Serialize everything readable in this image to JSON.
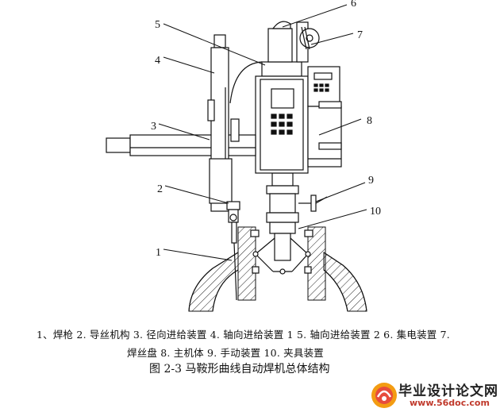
{
  "labels": {
    "n1": "1",
    "n2": "2",
    "n3": "3",
    "n4": "4",
    "n5": "5",
    "n6": "6",
    "n7": "7",
    "n8": "8",
    "n9": "9",
    "n10": "10"
  },
  "legend": {
    "line1": "1、焊枪  2. 导丝机构  3. 径向进给装置 4. 轴向进给装置 1  5. 轴向进给装置 2  6. 集电装置  7.",
    "line2": "焊丝盘  8. 主机体  9. 手动装置  10. 夹具装置"
  },
  "caption": "图 2-3  马鞍形曲线自动焊机总体结构",
  "watermark": {
    "title": "毕业设计论文网",
    "url": "www.56doc.com"
  }
}
